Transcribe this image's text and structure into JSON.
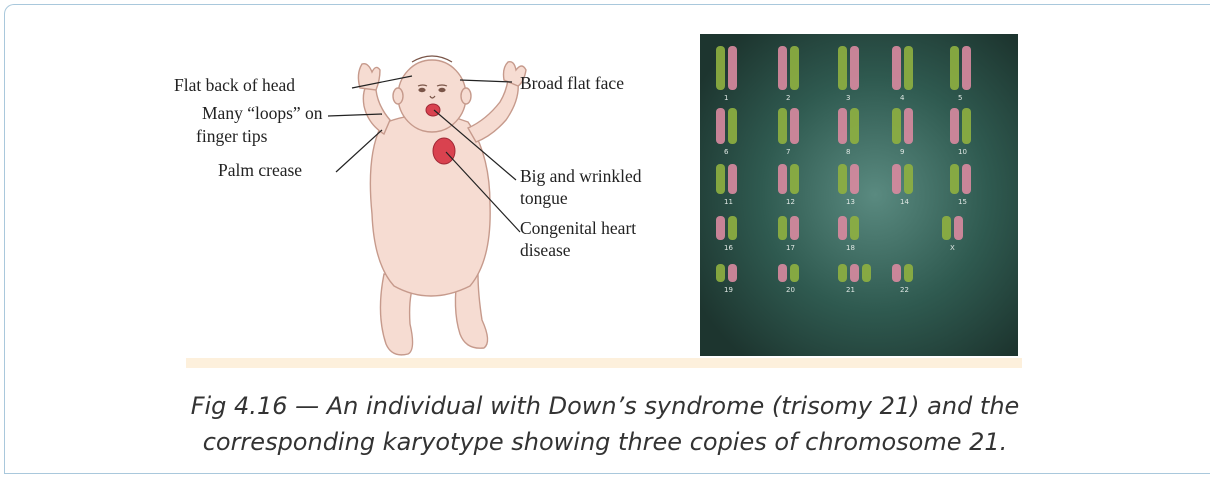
{
  "figure": {
    "labels": {
      "flat_back_of_head": "Flat back of head",
      "many_loops_line1": "Many “loops” on",
      "many_loops_line2": "finger tips",
      "palm_crease": "Palm crease",
      "broad_flat_face": "Broad flat face",
      "big_wrinkled_line1": "Big and wrinkled",
      "big_wrinkled_line2": "tongue",
      "congenital_line1": "Congenital heart",
      "congenital_line2": "disease"
    },
    "karyotype_numbers": [
      "1",
      "2",
      "3",
      "4",
      "5",
      "6",
      "7",
      "8",
      "9",
      "10",
      "11",
      "12",
      "13",
      "14",
      "15",
      "16",
      "17",
      "18",
      "X",
      "19",
      "20",
      "21",
      "22"
    ]
  },
  "caption": {
    "line1": "Fig 4.16 — An individual with Down’s syndrome (trisomy 21) and the",
    "line2": "corresponding karyotype showing three copies of chromosome 21."
  },
  "colors": {
    "border": "#a9c8dc",
    "skin": "#f6dcd2",
    "heart": "#d9424f",
    "karyotype_bg": "#26473e",
    "chromosome_green": "#8fb040",
    "chromosome_pink": "#d98aa0",
    "bottom_stripe": "#fdf0dc"
  }
}
